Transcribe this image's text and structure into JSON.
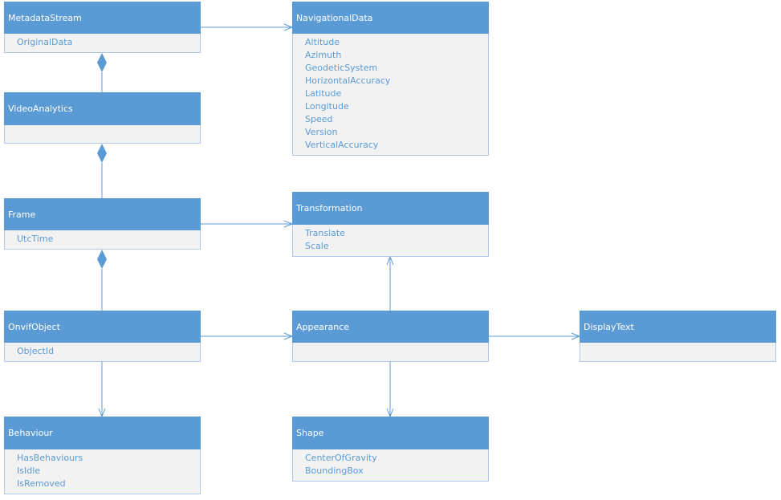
{
  "colors": {
    "header": "#5b9bd5",
    "body": "#f2f2f2",
    "line": "#5b9bd5",
    "attr_text": "#5b9bd5"
  },
  "boxes": {
    "metadatastream": {
      "title": "MetadataStream",
      "attributes": [
        "OriginalData"
      ]
    },
    "navigationaldata": {
      "title": "NavigationalData",
      "attributes": [
        "Altitude",
        "Azimuth",
        "GeodeticSystem",
        "HorizontalAccuracy",
        "Latitude",
        "Longitude",
        "Speed",
        "Version",
        "VerticalAccuracy"
      ]
    },
    "videoanalytics": {
      "title": "VideoAnalytics",
      "attributes": []
    },
    "frame": {
      "title": "Frame",
      "attributes": [
        "UtcTime"
      ]
    },
    "transformation": {
      "title": "Transformation",
      "attributes": [
        "Translate",
        "Scale"
      ]
    },
    "onvifobject": {
      "title": "OnvifObject",
      "attributes": [
        "ObjectId"
      ]
    },
    "appearance": {
      "title": "Appearance",
      "attributes": []
    },
    "displaytext": {
      "title": "DisplayText",
      "attributes": []
    },
    "behaviour": {
      "title": "Behaviour",
      "attributes": [
        "HasBehaviours",
        "IsIdle",
        "IsRemoved"
      ]
    },
    "shape": {
      "title": "Shape",
      "attributes": [
        "CenterOfGravity",
        "BoundingBox"
      ]
    }
  }
}
